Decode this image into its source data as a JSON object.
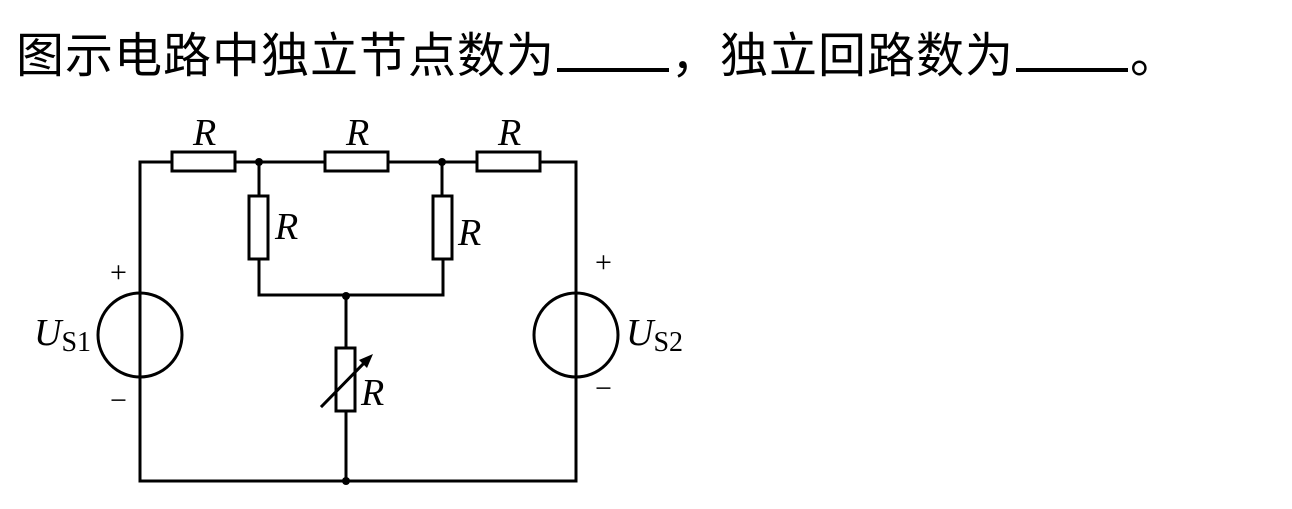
{
  "question": {
    "part1": "图示电路中独立节点数为",
    "sep": "，独立回路数为",
    "end": "。"
  },
  "circuit": {
    "resistor_label": "R",
    "sources": [
      {
        "symbol": "U",
        "subscript": "S1",
        "plus": "+",
        "minus": "−"
      },
      {
        "symbol": "U",
        "subscript": "S2",
        "plus": "+",
        "minus": "−"
      }
    ],
    "resistors": [
      {
        "id": "top-left",
        "label": "R",
        "variable": false
      },
      {
        "id": "top-middle",
        "label": "R",
        "variable": false
      },
      {
        "id": "top-right",
        "label": "R",
        "variable": false
      },
      {
        "id": "vertical-left",
        "label": "R",
        "variable": false
      },
      {
        "id": "vertical-right",
        "label": "R",
        "variable": false
      },
      {
        "id": "center-variable",
        "label": "R",
        "variable": true
      }
    ]
  }
}
